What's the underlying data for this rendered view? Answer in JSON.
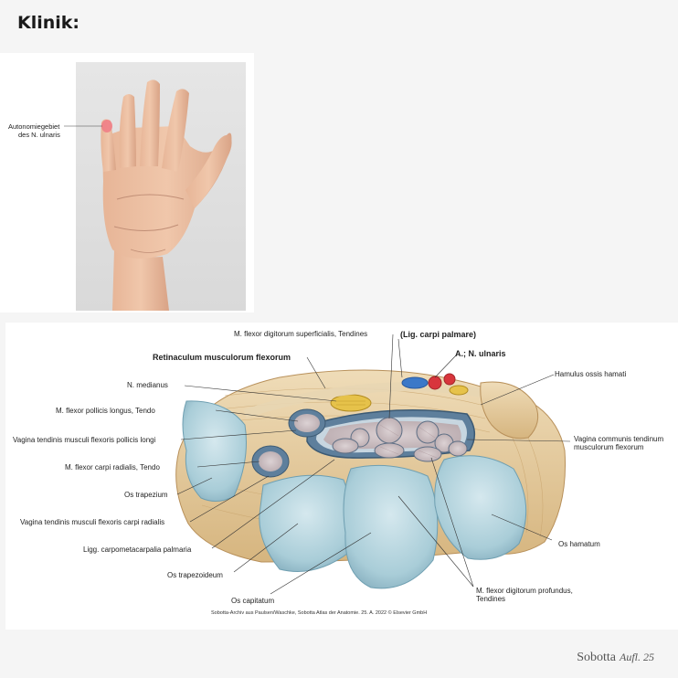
{
  "heading": "Klinik:",
  "photo": {
    "label_line1": "Autonomiegebiet",
    "label_line2": "des N. ulnaris"
  },
  "diagram": {
    "labels": {
      "flexor_dig_superficialis": "M. flexor digitorum superficialis, Tendines",
      "lig_carpi_palmare": "(Lig. carpi palmare)",
      "a_n_ulnaris": "A.; N. ulnaris",
      "retinaculum": "Retinaculum musculorum flexorum",
      "hamulus": "Hamulus ossis hamati",
      "n_medianus": "N. medianus",
      "flexor_pollicis_longus": "M. flexor pollicis longus, Tendo",
      "vagina_pollicis_longi": "Vagina tendinis musculi flexoris pollicis longi",
      "vagina_communis_1": "Vagina communis tendinum",
      "vagina_communis_2": "musculorum flexorum",
      "flexor_carpi_radialis": "M. flexor carpi radialis, Tendo",
      "os_trapezium": "Os trapezium",
      "vagina_carpi_radialis": "Vagina tendinis musculi flexoris carpi radialis",
      "ligg_carpometacarpalia": "Ligg. carpometacarpalia palmaria",
      "os_hamatum": "Os hamatum",
      "os_trapezoideum": "Os trapezoideum",
      "flexor_dig_profundus_1": "M. flexor digitorum profundus,",
      "flexor_dig_profundus_2": "Tendines",
      "os_capitatum": "Os capitatum"
    },
    "credit": "Sobotta-Archiv aus Paulsen/Waschke, Sobotta Atlas der Anatomie. 25. A. 2022 © Elsevier GmbH"
  },
  "footer": {
    "brand": "Sobotta",
    "edition": "Aufl. 25"
  },
  "colors": {
    "bone": "#a9cdd8",
    "bone_dark": "#6f9fb1",
    "ligament": "#e3c79a",
    "tendon": "#cfc3c6",
    "nerve": "#e6c24a",
    "artery": "#d8353c",
    "vein": "#3b78c8",
    "skin_tip": "#f07e86"
  }
}
